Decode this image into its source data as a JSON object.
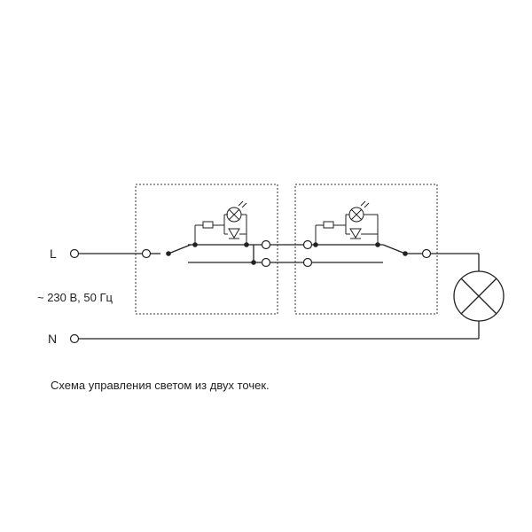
{
  "labels": {
    "line": "L",
    "neutral": "N",
    "supply": "~ 230 В, 50 Гц",
    "caption": "Схема управления светом из двух точек."
  },
  "colors": {
    "ink": "#222222",
    "background": "#ffffff"
  },
  "icons": [
    "terminal-icon",
    "junction-dot-icon",
    "resistor-icon",
    "diode-icon",
    "indicator-lamp-icon",
    "lamp-icon",
    "switch-blade-icon"
  ]
}
